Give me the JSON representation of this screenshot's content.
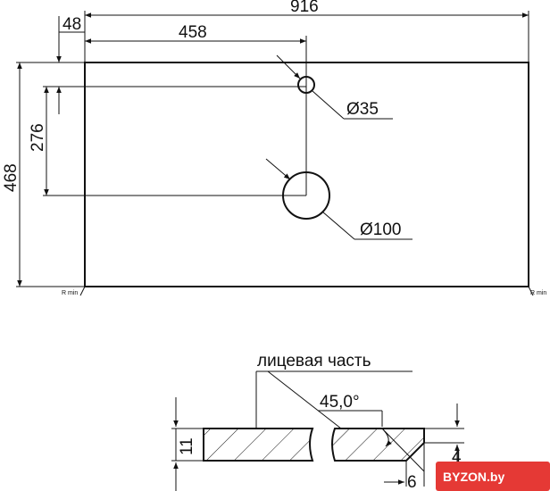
{
  "top_view": {
    "width_label": "916",
    "offset_label": "48",
    "hole_x_label": "458",
    "height_label": "468",
    "hole_y_label": "276",
    "small_hole_label": "Ø35",
    "large_hole_label": "Ø100",
    "corner_left_label": "R min",
    "corner_right_label": "R min"
  },
  "section_view": {
    "face_label": "лицевая часть",
    "angle_label": "45,0°",
    "thickness_label": "11",
    "edge_label_a": "4",
    "edge_label_b": "6"
  },
  "watermark": {
    "text": "BYZON.by",
    "color": "#e53935"
  }
}
